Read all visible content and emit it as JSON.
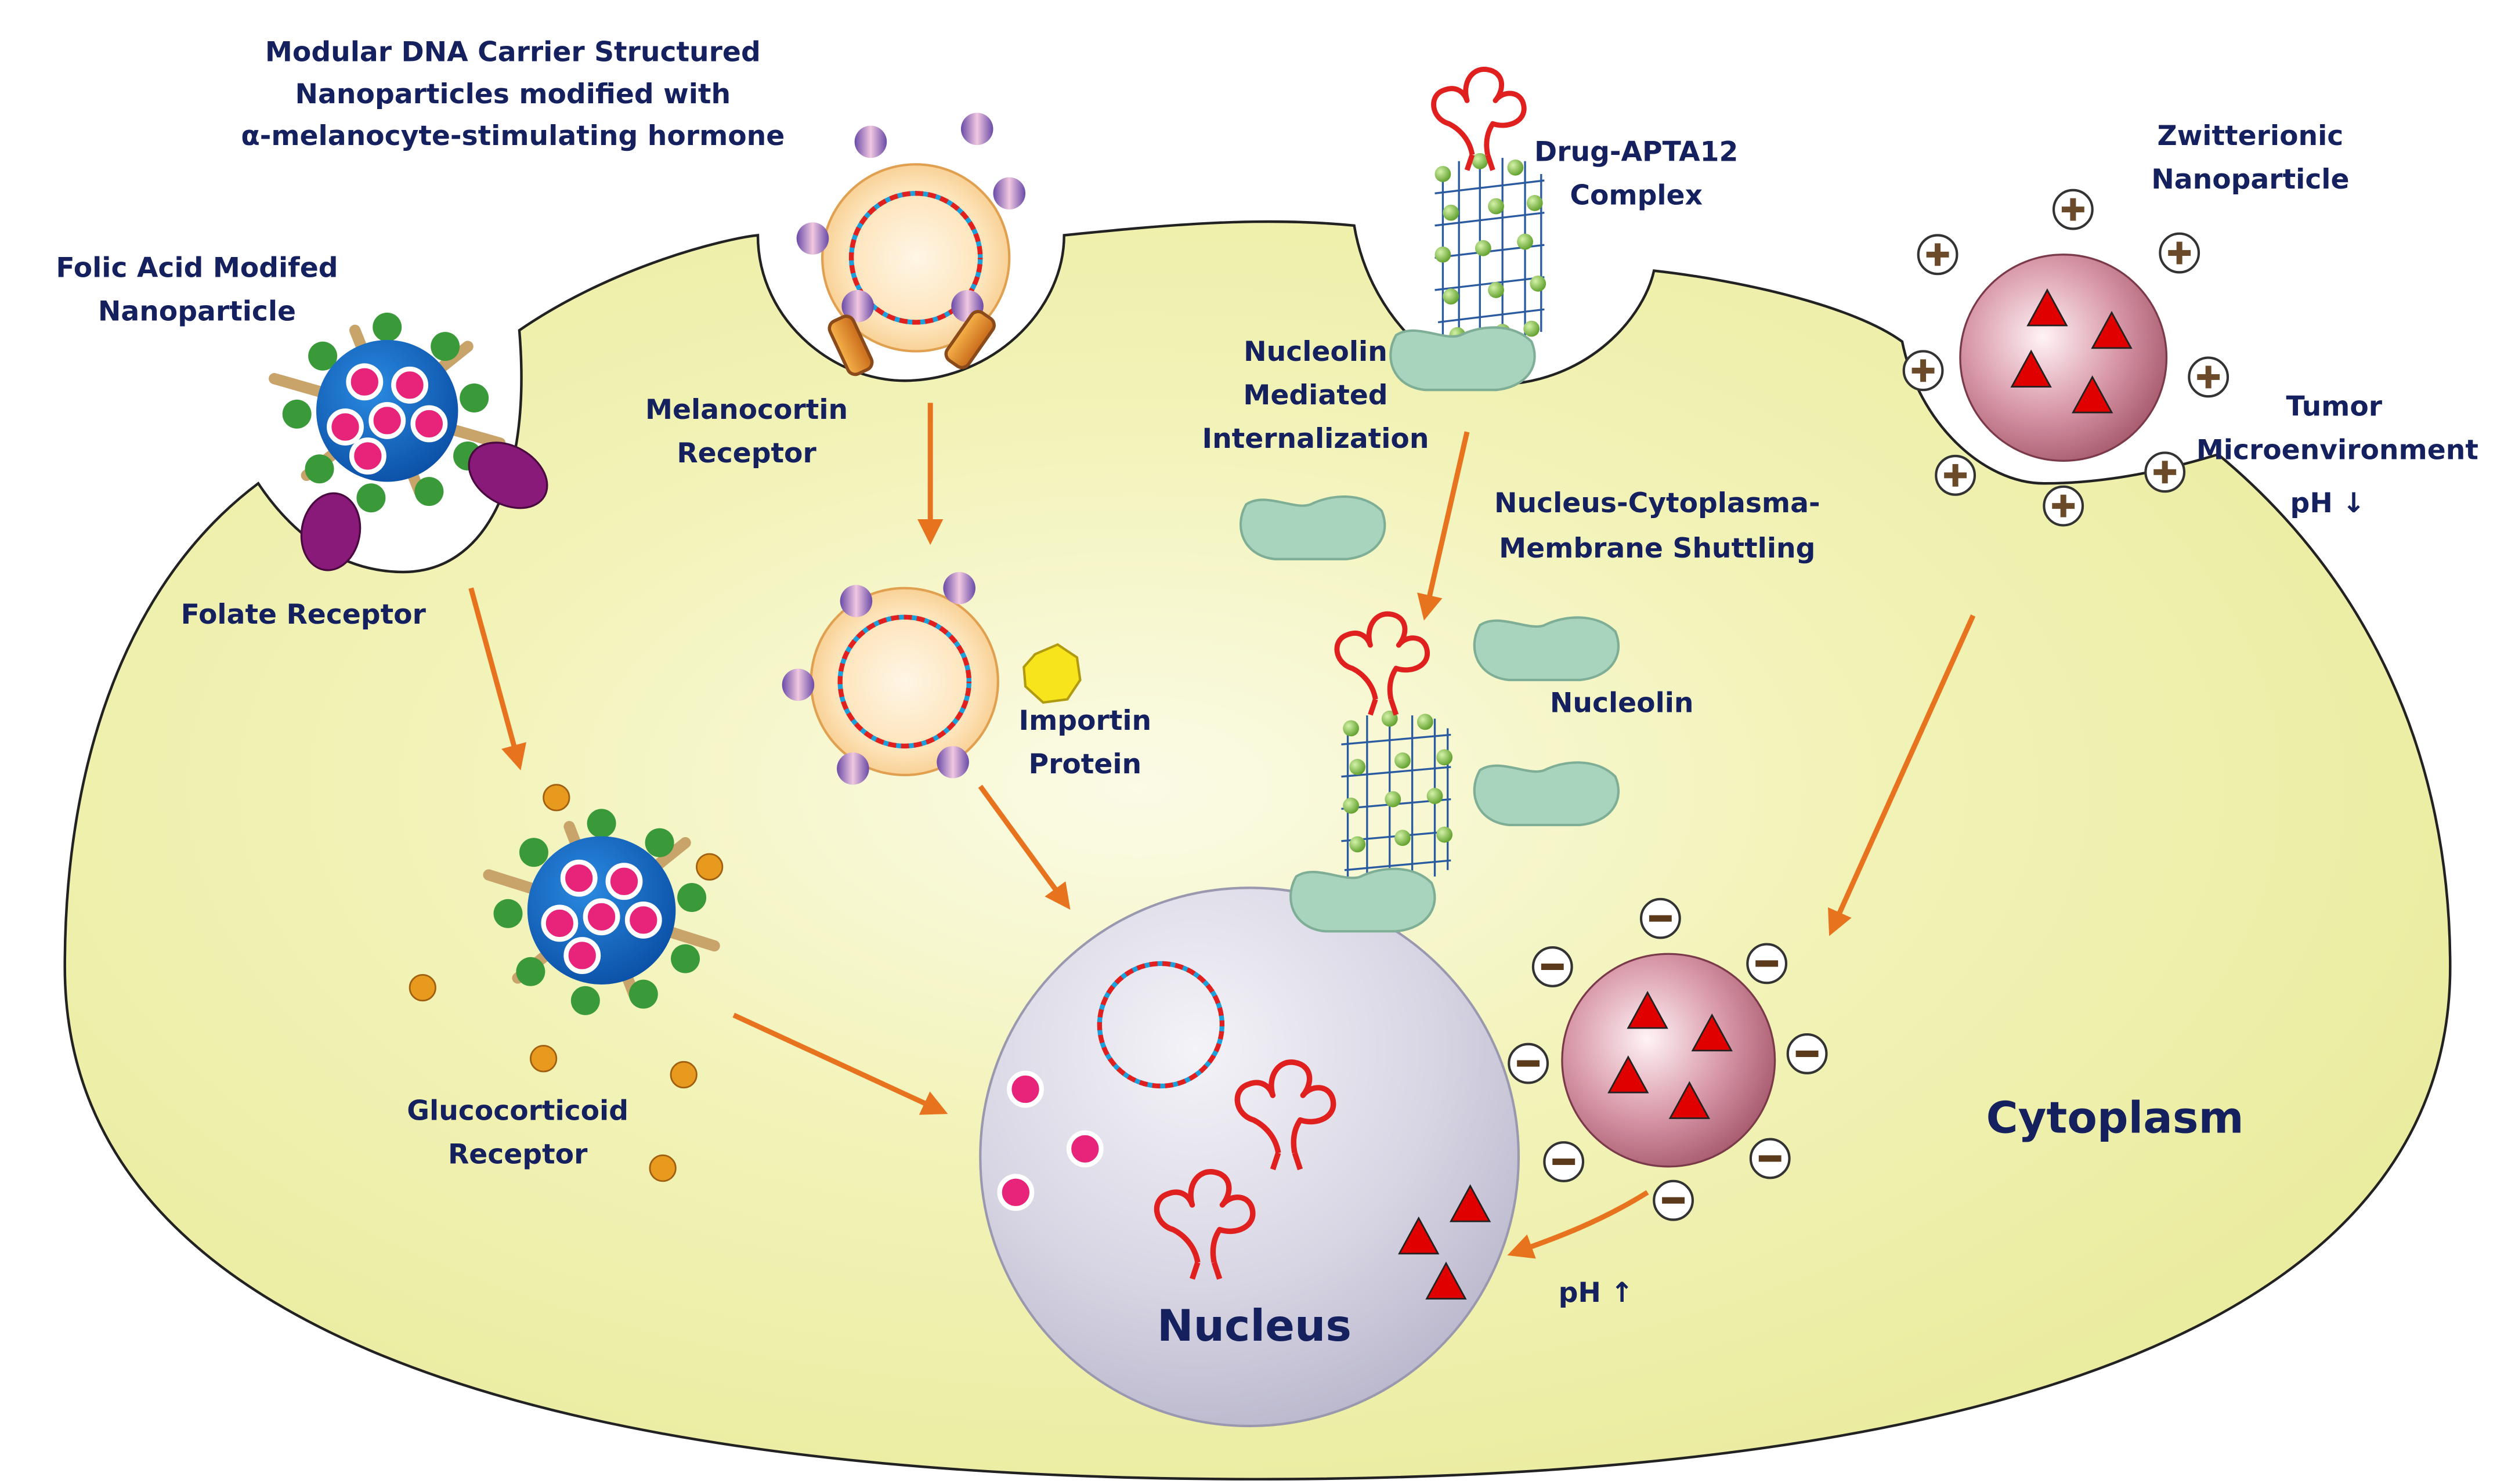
{
  "labels": {
    "modular_dna_line1": "Modular DNA Carrier Structured",
    "modular_dna_line2": "Nanoparticles modified with",
    "modular_dna_line3": "α-melanocyte-stimulating hormone",
    "folic_line1": "Folic Acid Modifed",
    "folic_line2": "Nanoparticle",
    "folate_receptor": "Folate Receptor",
    "melanocortin_line1": "Melanocortin",
    "melanocortin_line2": "Receptor",
    "importin_line1": "Importin",
    "importin_line2": "Protein",
    "glucocorticoid_line1": "Glucocorticoid",
    "glucocorticoid_line2": "Receptor",
    "drug_apta_line1": "Drug-APTA12",
    "drug_apta_line2": "Complex",
    "nucleolin_mediated_line1": "Nucleolin",
    "nucleolin_mediated_line2": "Mediated",
    "nucleolin_mediated_line3": "Internalization",
    "shuttling_line1": "Nucleus-Cytoplasma-",
    "shuttling_line2": "Membrane Shuttling",
    "nucleolin": "Nucleolin",
    "zwitterionic_line1": "Zwitterionic",
    "zwitterionic_line2": "Nanoparticle",
    "tumor_line1": "Tumor",
    "tumor_line2": "Microenvironment",
    "ph_down": "pH ↓",
    "ph_up": "pH ↑",
    "cytoplasm": "Cytoplasm",
    "nucleus": "Nucleus"
  },
  "colors": {
    "cytoplasm_fill": "#eef0a6",
    "membrane_stroke": "#222222",
    "arrow": "#e8731e",
    "label_text": "#15215e",
    "nucleolin_fill": "#a8d4bd",
    "positive_charge_fill": "#ffffff",
    "drug_triangle": "#e00000",
    "pink_particle": "#e8237a",
    "dna_red": "#e0201e",
    "dna_blue": "#1ca0dc",
    "receptor_purple": "#8a1a7a",
    "glucocorticoid_dot": "#e89a1e",
    "importin_yellow": "#f7e41a"
  },
  "icons": {
    "plus_charge": "plus-charge-icon",
    "minus_charge": "minus-charge-icon",
    "aptamer": "aptamer-icon",
    "dna_ring": "dna-ring-icon",
    "dna_cage": "dna-cage-icon"
  }
}
